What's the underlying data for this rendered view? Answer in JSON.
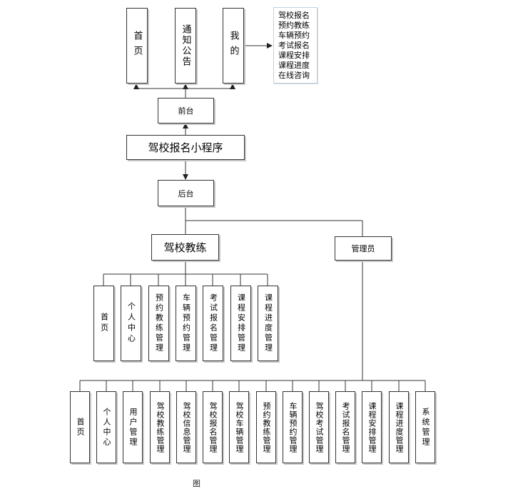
{
  "front": {
    "home": "首页",
    "notice": "通知公告",
    "mine": "我的",
    "label": "前台",
    "mine_features": [
      "驾校报名",
      "预约教练",
      "车辆预约",
      "考试报名",
      "课程安排",
      "课程进度",
      "在线咨询"
    ]
  },
  "root": "驾校报名小程序",
  "back": "后台",
  "coach": {
    "label": "驾校教练",
    "modules": [
      "首页",
      "个人中心",
      "预约教练管理",
      "车辆预约管理",
      "考试报名管理",
      "课程安排管理",
      "课程进度管理"
    ]
  },
  "admin": {
    "label": "管理员",
    "modules": [
      "首页",
      "个人中心",
      "用户管理",
      "驾校教练管理",
      "驾校信息管理",
      "驾校报名管理",
      "驾校车辆管理",
      "预约教练管理",
      "车辆预约管理",
      "驾校考试管理",
      "考试报名管理",
      "课程安排管理",
      "课程进度管理",
      "系统管理"
    ]
  },
  "caption": "图",
  "colors": {
    "line": "#333333",
    "note_border": "#bcd3e6"
  }
}
